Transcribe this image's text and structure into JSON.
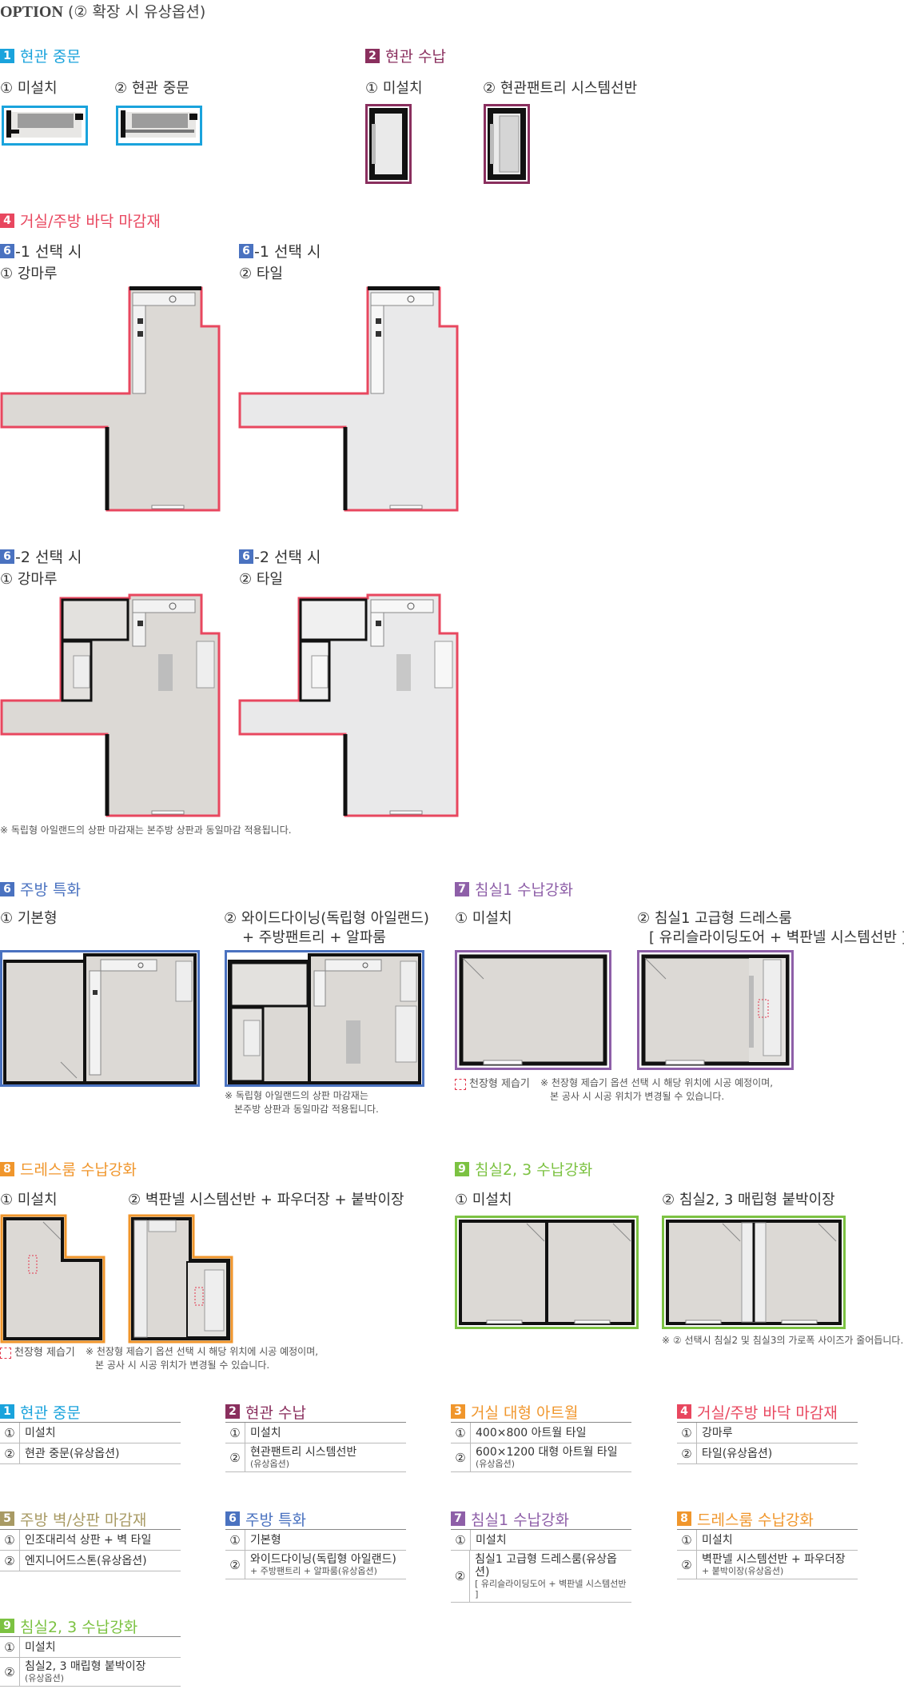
{
  "header": {
    "option": "OPTION",
    "subtitle": "(② 확장 시 유상옵션)"
  },
  "colors": {
    "cyan": "#1aa3dc",
    "plum": "#8a2f5e",
    "orange": "#f0962c",
    "red": "#e8475f",
    "blue": "#4a72c0",
    "purple": "#8e5fa8",
    "green": "#7cc242",
    "floor": "#dcd9d5",
    "tile": "#e9e9ea"
  },
  "s1": {
    "num": "1",
    "title": "현관 중문",
    "opt1": "① 미설치",
    "opt2": "② 현관 중문"
  },
  "s2": {
    "num": "2",
    "title": "현관 수납",
    "opt1": "① 미설치",
    "opt2": "② 현관팬트리 시스템선반"
  },
  "s4": {
    "num": "4",
    "title": "거실/주방 바닥 마감재",
    "a": {
      "num": "6",
      "head": "-1 선택 시",
      "opt": "① 강마루"
    },
    "b": {
      "num": "6",
      "head": "-1 선택 시",
      "opt": "② 타일"
    },
    "c": {
      "num": "6",
      "head": "-2 선택 시",
      "opt": "① 강마루"
    },
    "d": {
      "num": "6",
      "head": "-2 선택 시",
      "opt": "② 타일"
    },
    "note": "※ 독립형 아일랜드의 상판 마감재는 본주방 상판과 동일마감 적용됩니다."
  },
  "s6": {
    "num": "6",
    "title": "주방 특화",
    "opt1": "① 기본형",
    "opt2a": "② 와이드다이닝(독립형 아일랜드)",
    "opt2b": "+ 주방팬트리 + 알파룸",
    "note1": "※ 독립형 아일랜드의 상판 마감재는",
    "note2": "본주방 상판과 동일마감 적용됩니다."
  },
  "s7": {
    "num": "7",
    "title": "침실1 수납강화",
    "opt1": "① 미설치",
    "opt2a": "② 침실1 고급형 드레스룸",
    "opt2b": "[ 유리슬라이딩도어 + 벽판넬 시스템선반 ]",
    "ceil": "천장형 제습기",
    "note1": "※ 천장형 제습기 옵션 선택 시 해당 위치에 시공 예정이며,",
    "note2": "본 공사 시 시공 위치가 변경될 수 있습니다."
  },
  "s8": {
    "num": "8",
    "title": "드레스룸 수납강화",
    "opt1": "① 미설치",
    "opt2": "② 벽판넬 시스템선반 + 파우더장 + 붙박이장",
    "ceil": "천장형 제습기",
    "note1": "※ 천장형 제습기 옵션 선택 시 해당 위치에 시공 예정이며,",
    "note2": "본 공사 시 시공 위치가 변경될 수 있습니다."
  },
  "s9": {
    "num": "9",
    "title": "침실2, 3 수납강화",
    "opt1": "① 미설치",
    "opt2": "② 침실2, 3 매립형 붙박이장",
    "note": "※ ② 선택시 침실2 및 침실3의 가로폭 사이즈가 줄어듭니다."
  },
  "summary": [
    {
      "num": "1",
      "title": "현관 중문",
      "rows": [
        {
          "n": "①",
          "t": "미설치",
          "s": ""
        },
        {
          "n": "②",
          "t": "현관 중문(유상옵션)",
          "s": ""
        }
      ]
    },
    {
      "num": "2",
      "title": "현관 수납",
      "rows": [
        {
          "n": "①",
          "t": "미설치",
          "s": ""
        },
        {
          "n": "②",
          "t": "현관팬트리 시스템선반",
          "s": "(유상옵션)"
        }
      ]
    },
    {
      "num": "3",
      "title": "거실 대형 아트월",
      "rows": [
        {
          "n": "①",
          "t": "400×800 아트월 타일",
          "s": ""
        },
        {
          "n": "②",
          "t": "600×1200 대형 아트월 타일",
          "s": "(유상옵션)"
        }
      ]
    },
    {
      "num": "4",
      "title": "거실/주방 바닥 마감재",
      "rows": [
        {
          "n": "①",
          "t": "강마루",
          "s": ""
        },
        {
          "n": "②",
          "t": "타일(유상옵션)",
          "s": ""
        }
      ]
    },
    {
      "num": "5",
      "title": "주방 벽/상판 마감재",
      "rows": [
        {
          "n": "①",
          "t": "인조대리석 상판 + 벽 타일",
          "s": ""
        },
        {
          "n": "②",
          "t": "엔지니어드스톤(유상옵션)",
          "s": ""
        }
      ]
    },
    {
      "num": "6",
      "title": "주방 특화",
      "rows": [
        {
          "n": "①",
          "t": "기본형",
          "s": ""
        },
        {
          "n": "②",
          "t": "와이드다이닝(독립형 아일랜드)",
          "s": "+ 주방팬트리 + 알파룸(유상옵션)"
        }
      ]
    },
    {
      "num": "7",
      "title": "침실1 수납강화",
      "rows": [
        {
          "n": "①",
          "t": "미설치",
          "s": ""
        },
        {
          "n": "②",
          "t": "침실1 고급형 드레스룸(유상옵션)",
          "s": "[ 유리슬라이딩도어 + 벽판넬 시스템선반 ]"
        }
      ]
    },
    {
      "num": "8",
      "title": "드레스룸 수납강화",
      "rows": [
        {
          "n": "①",
          "t": "미설치",
          "s": ""
        },
        {
          "n": "②",
          "t": "벽판넬 시스템선반 + 파우더장",
          "s": "+ 붙박이장(유상옵션)"
        }
      ]
    },
    {
      "num": "9",
      "title": "침실2, 3 수납강화",
      "rows": [
        {
          "n": "①",
          "t": "미설치",
          "s": ""
        },
        {
          "n": "②",
          "t": "침실2, 3 매립형 붙박이장",
          "s": "(유상옵션)"
        }
      ]
    }
  ]
}
